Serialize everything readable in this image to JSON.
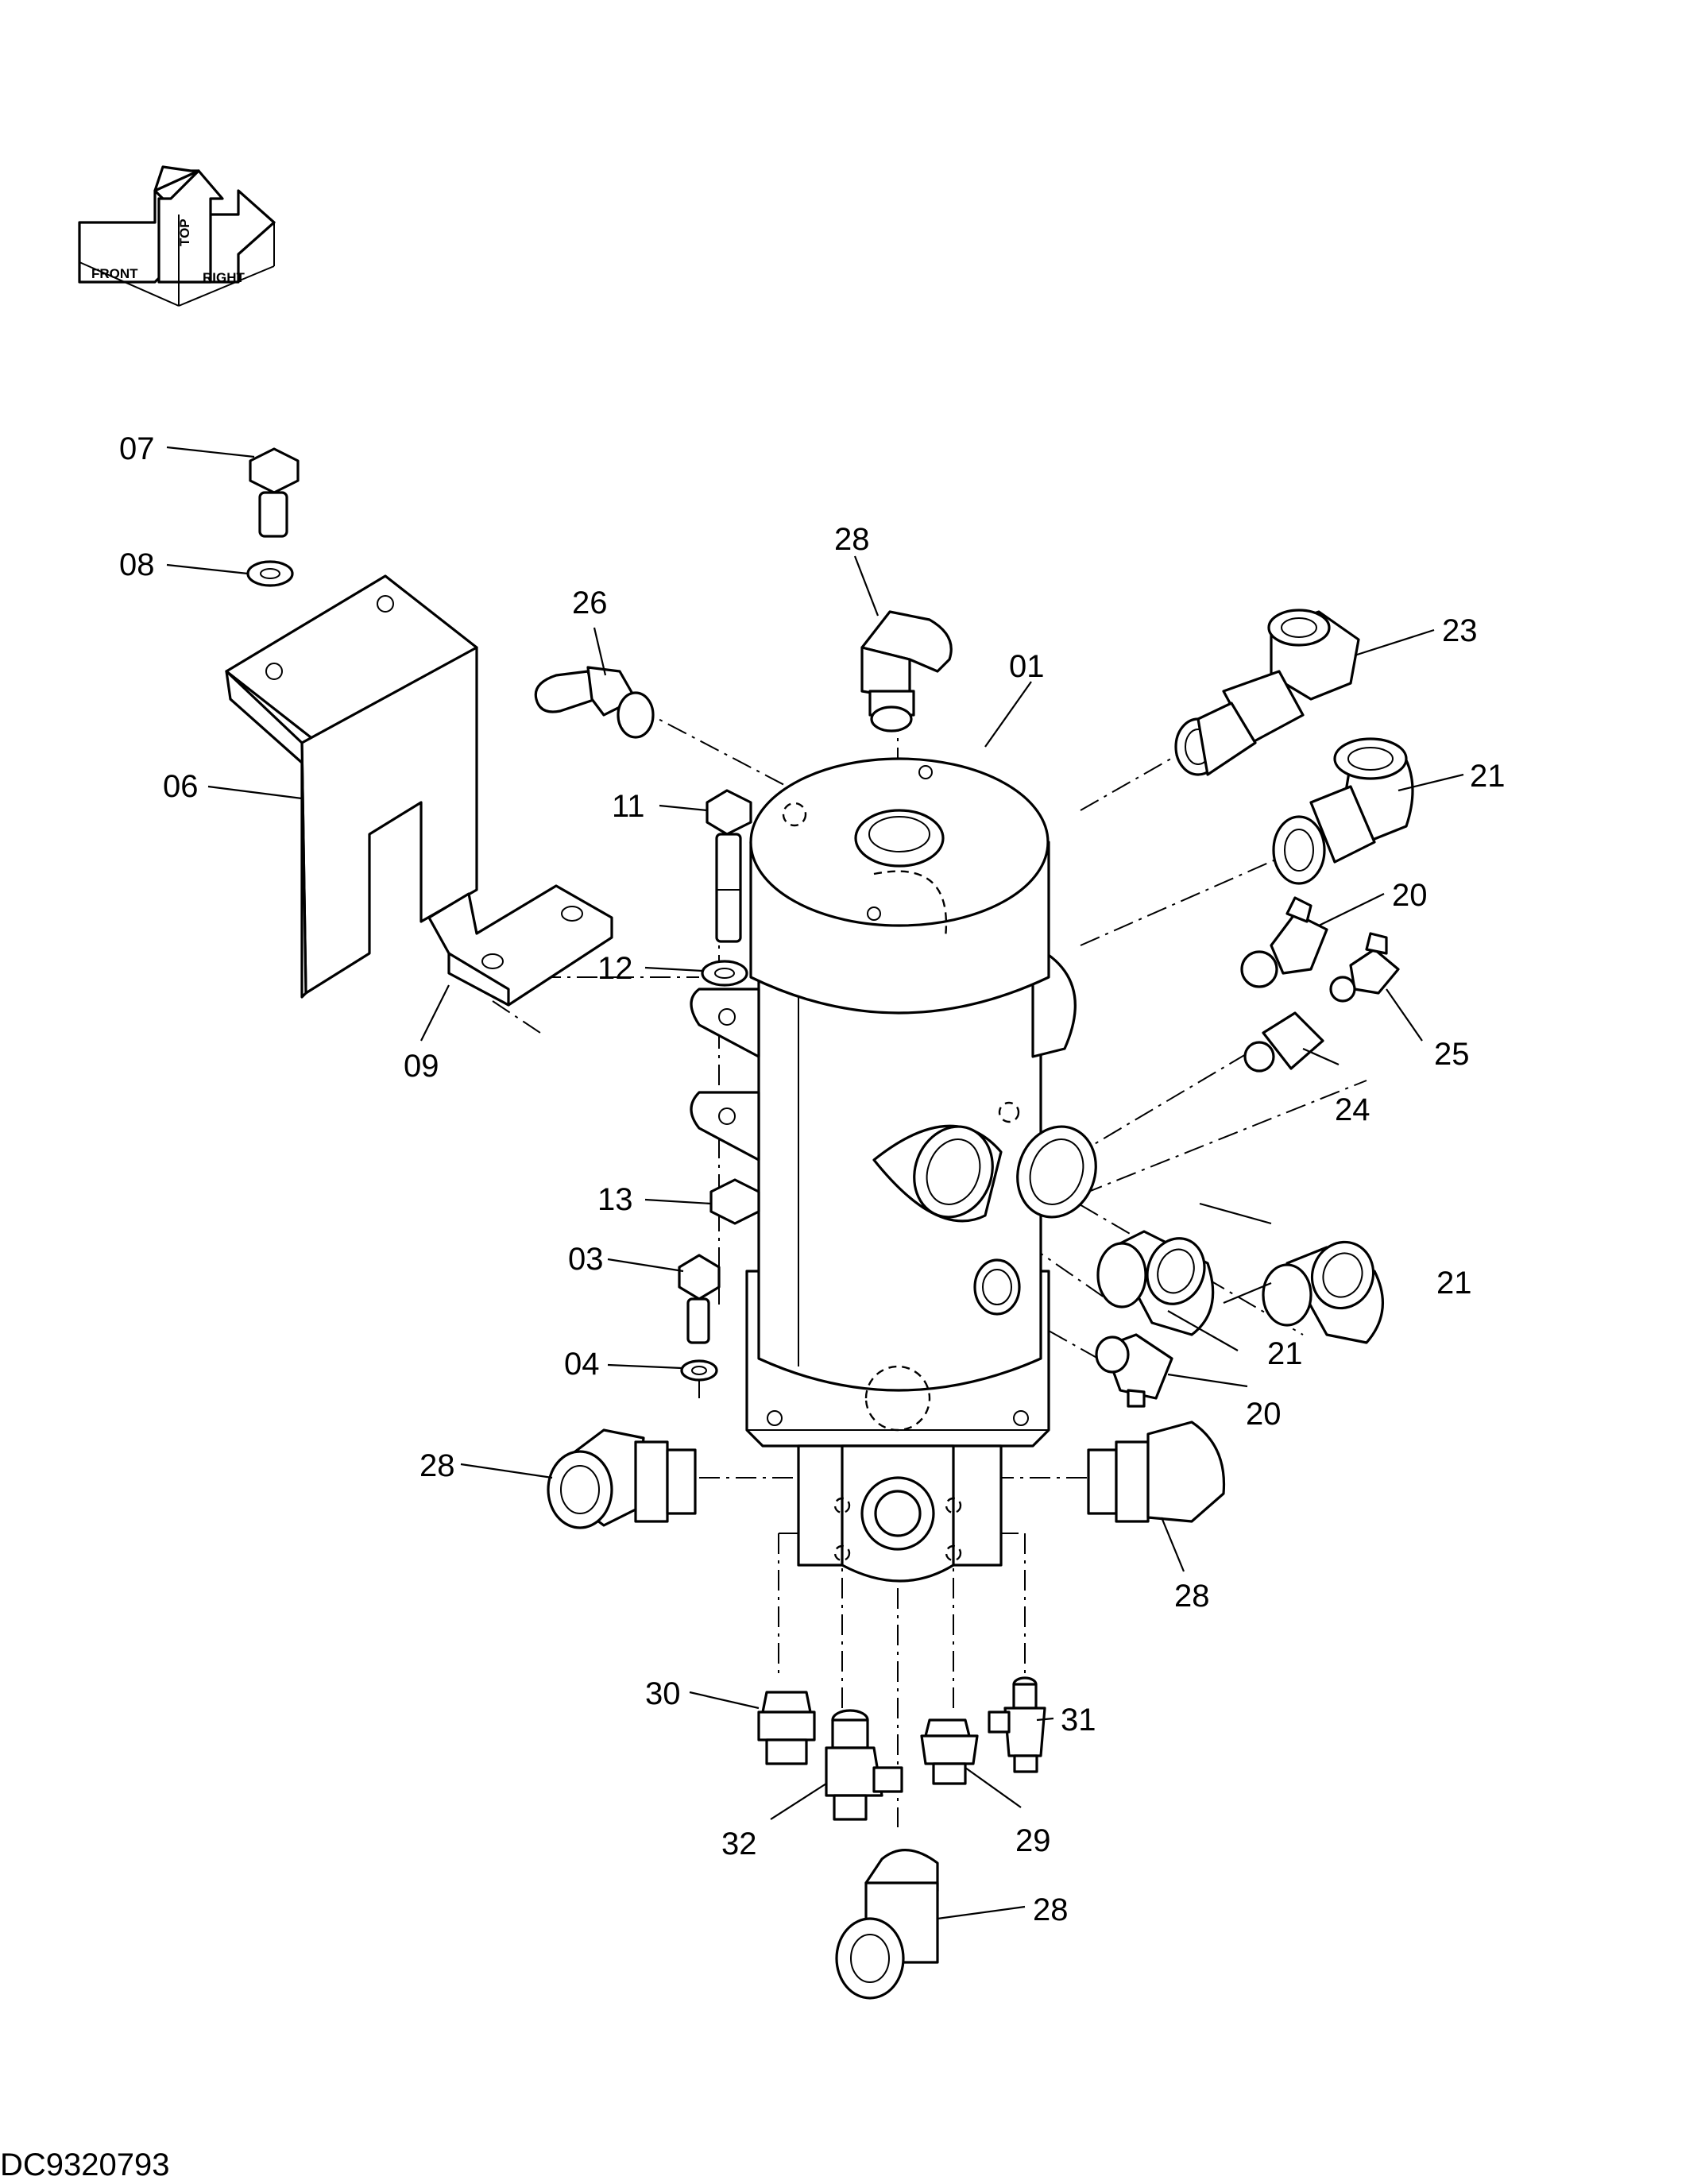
{
  "orientation": {
    "front": "FRONT",
    "top": "TOP",
    "right": "RIGHT"
  },
  "drawing_number": "DC9320793",
  "callouts": {
    "c01": "01",
    "c03": "03",
    "c04": "04",
    "c06": "06",
    "c07": "07",
    "c08": "08",
    "c09": "09",
    "c11": "11",
    "c12": "12",
    "c13": "13",
    "c20a": "20",
    "c20b": "20",
    "c21a": "21",
    "c21b": "21",
    "c21c": "21",
    "c23": "23",
    "c24": "24",
    "c25": "25",
    "c26": "26",
    "c28a": "28",
    "c28b": "28",
    "c28c": "28",
    "c28d": "28",
    "c29": "29",
    "c30": "30",
    "c31": "31",
    "c32": "32"
  }
}
